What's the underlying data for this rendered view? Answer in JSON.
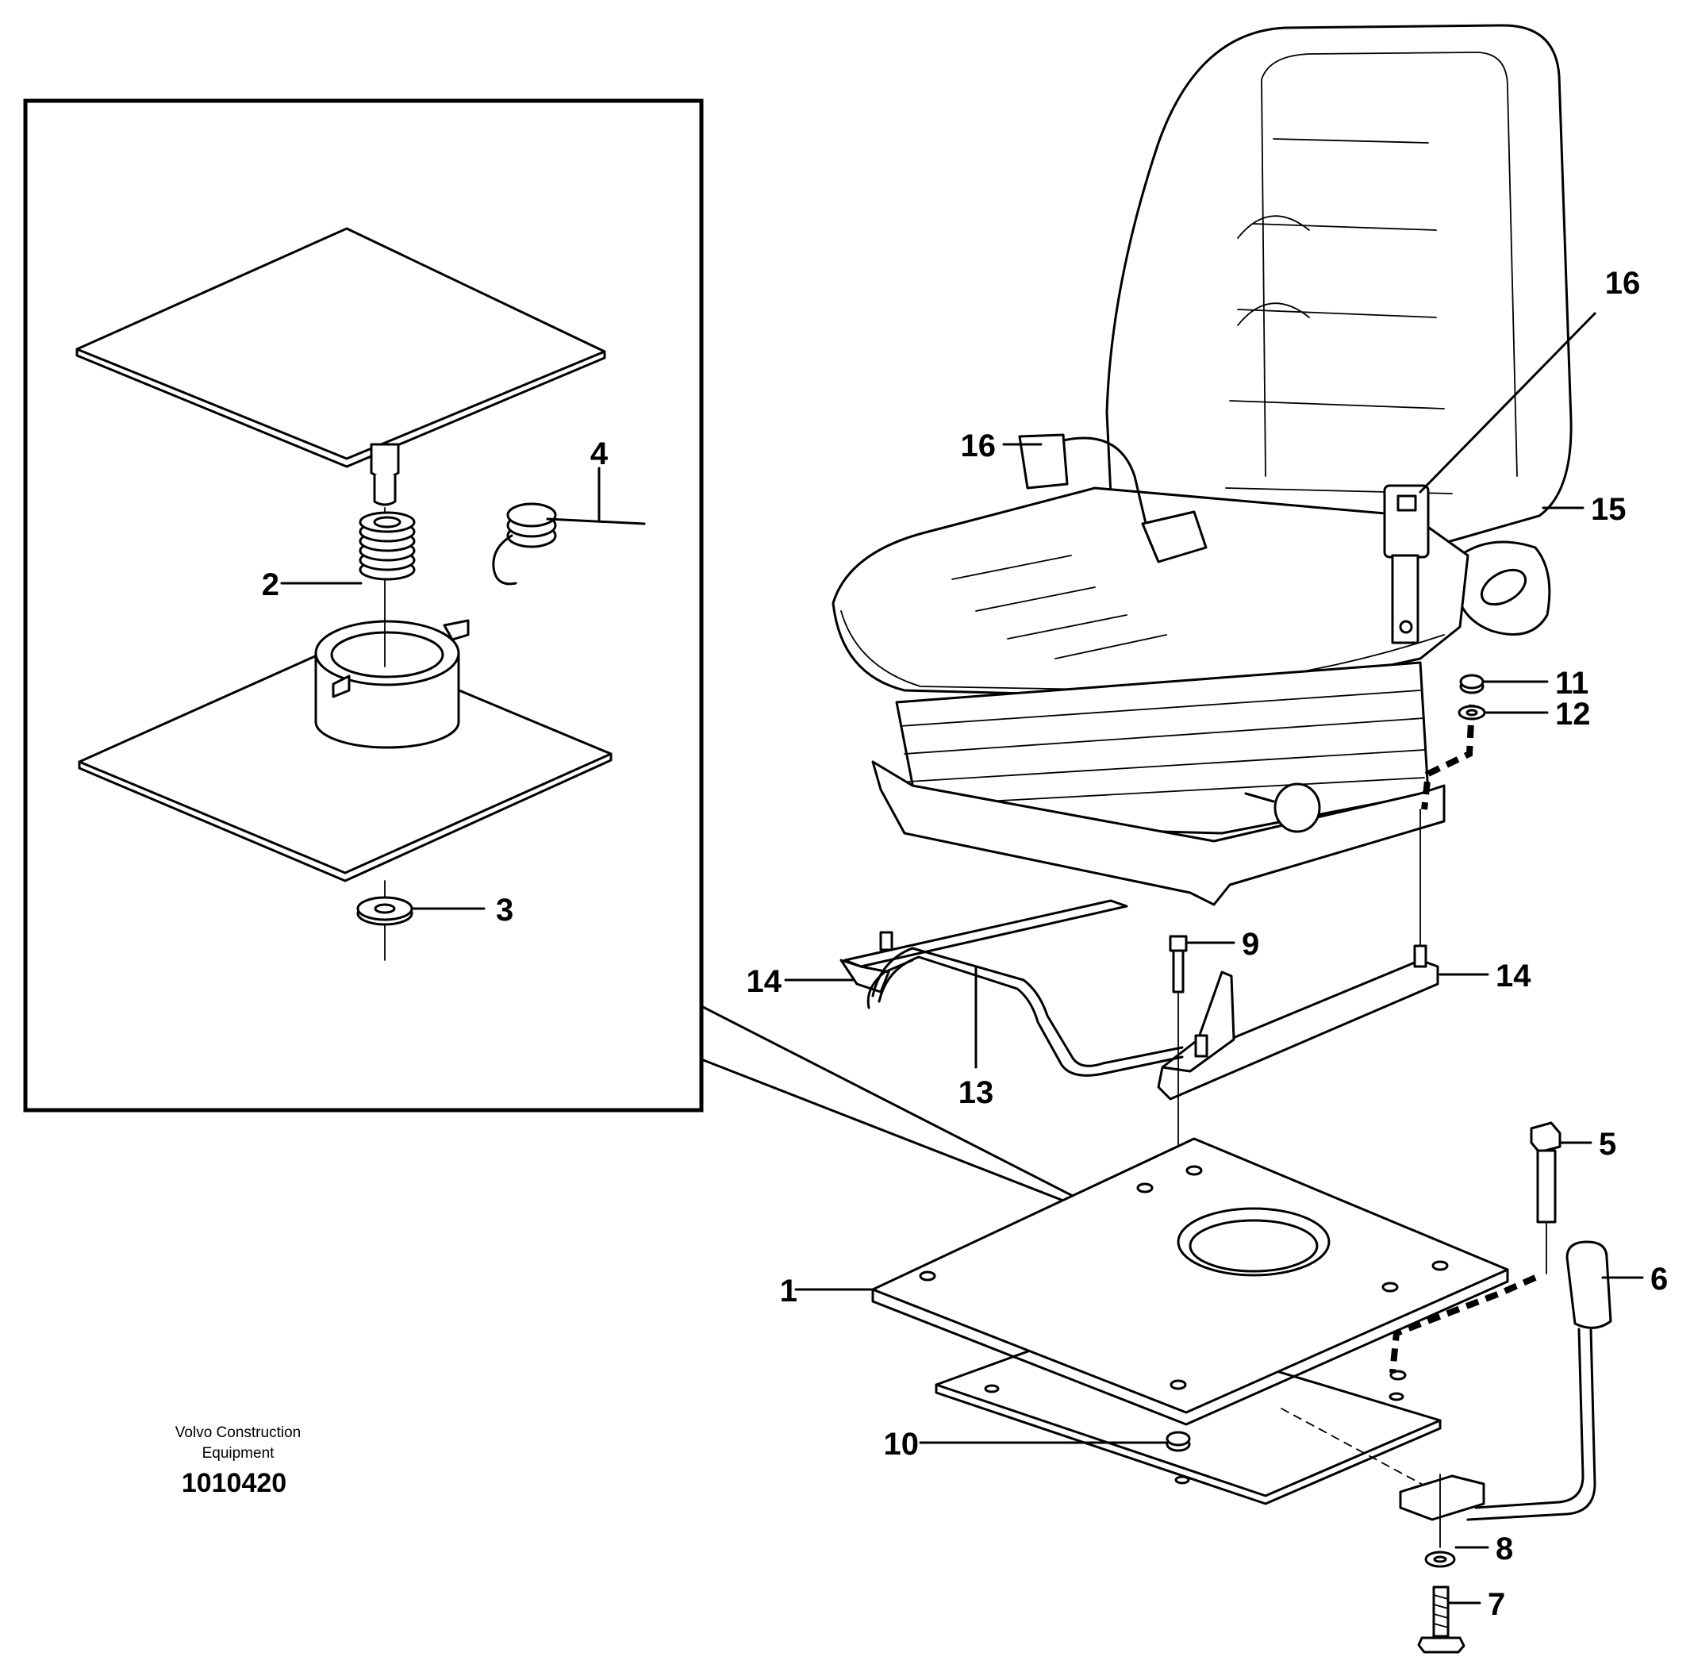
{
  "callouts": [
    {
      "id": "c1",
      "label": "1"
    },
    {
      "id": "c2",
      "label": "2"
    },
    {
      "id": "c3",
      "label": "3"
    },
    {
      "id": "c4",
      "label": "4"
    },
    {
      "id": "c5",
      "label": "5"
    },
    {
      "id": "c6",
      "label": "6"
    },
    {
      "id": "c7",
      "label": "7"
    },
    {
      "id": "c8",
      "label": "8"
    },
    {
      "id": "c9",
      "label": "9"
    },
    {
      "id": "c10",
      "label": "10"
    },
    {
      "id": "c11",
      "label": "11"
    },
    {
      "id": "c12",
      "label": "12"
    },
    {
      "id": "c13",
      "label": "13"
    },
    {
      "id": "c14a",
      "label": "14"
    },
    {
      "id": "c14b",
      "label": "14"
    },
    {
      "id": "c15",
      "label": "15"
    },
    {
      "id": "c16a",
      "label": "16"
    },
    {
      "id": "c16b",
      "label": "16"
    }
  ],
  "footer": {
    "brand_line1": "Volvo Construction",
    "brand_line2": "Equipment",
    "doc_number": "1010420"
  }
}
